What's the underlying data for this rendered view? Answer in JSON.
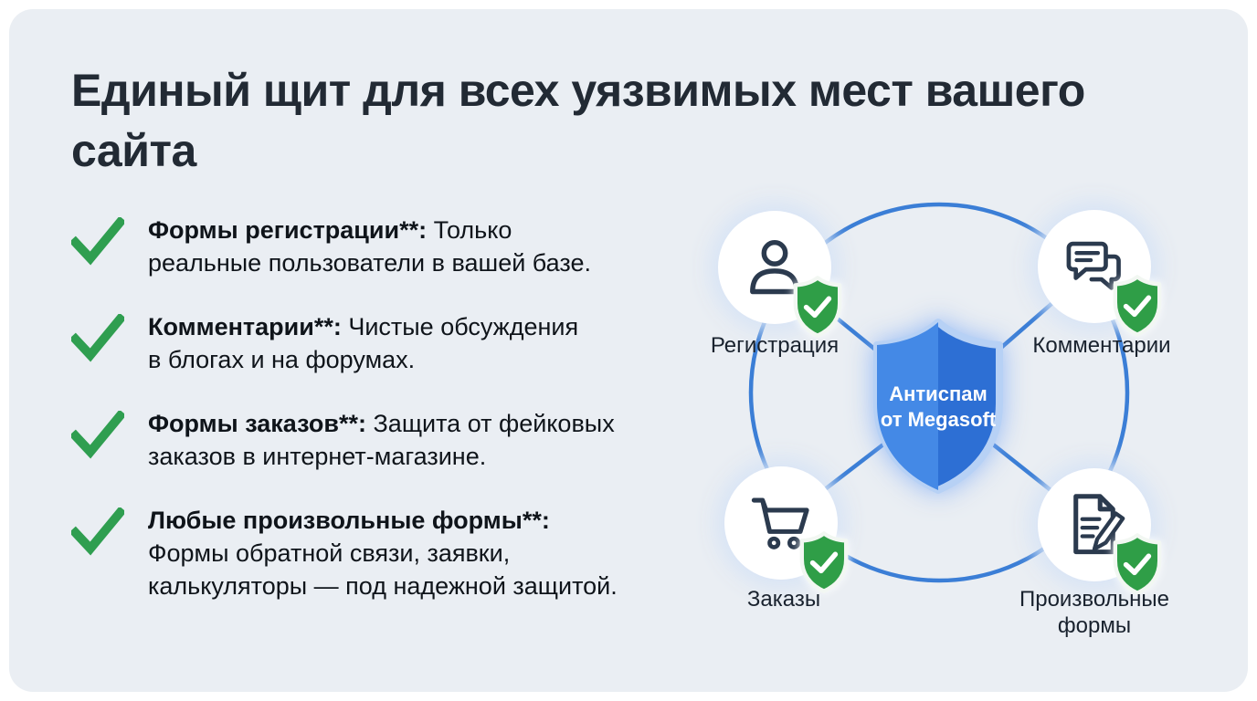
{
  "page": {
    "background": "#ffffff",
    "card_background": "#eaeef3"
  },
  "heading": "Единый щит для всех уязвимых мест вашего сайта",
  "bullets": [
    {
      "bold": "Формы регистрации**:",
      "text": " Только\nреальные пользователи в вашей базе."
    },
    {
      "bold": "Комментарии**:",
      "text": " Чистые обсуждения\nв блогах и на форумах."
    },
    {
      "bold": "Формы заказов**:",
      "text": " Защита от фейковых\nзаказов в интернет-магазине."
    },
    {
      "bold": "Любые произвольные формы**:",
      "text": "\nФормы обратной связи, заявки,\nкалькуляторы — под надежной защитой."
    }
  ],
  "diagram": {
    "center_shield": {
      "line1": "Антиспам",
      "line2": "от Megasoft"
    },
    "nodes": [
      {
        "label": "Регистрация",
        "icon": "user-icon"
      },
      {
        "label": "Комментарии",
        "icon": "chat-icon"
      },
      {
        "label": "Заказы",
        "icon": "cart-icon"
      },
      {
        "label": "Произвольные формы",
        "icon": "form-pencil-icon"
      }
    ],
    "colors": {
      "connector_blue": "#3b7ed6",
      "shield_blue_light": "#4489e6",
      "shield_blue_dark": "#2d6fd4",
      "shield_ring": "#b7d1f5",
      "badge_green": "#2f9e47",
      "check_green": "#2f9e50",
      "icon_stroke": "#2b3a4e"
    }
  }
}
